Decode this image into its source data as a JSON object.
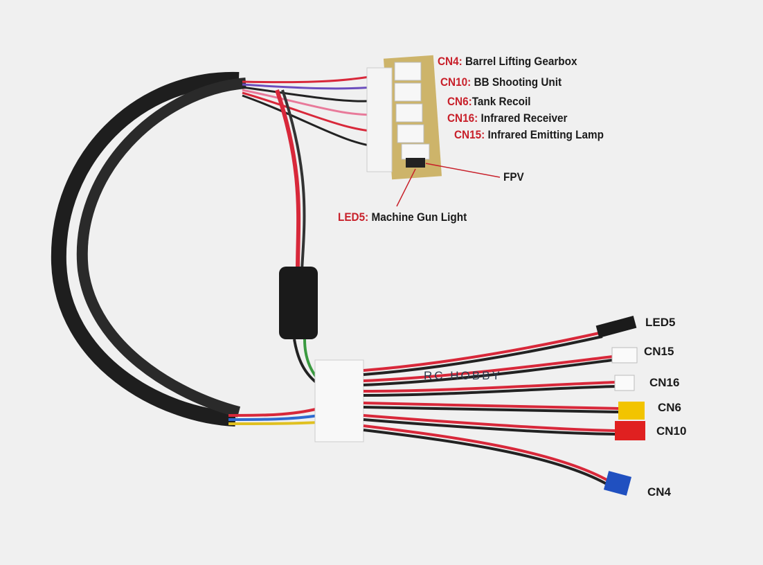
{
  "pcb_labels": [
    {
      "code": "CN4:",
      "desc": "Barrel Lifting Gearbox"
    },
    {
      "code": "CN10:",
      "desc": "BB Shooting Unit"
    },
    {
      "code": "CN6:",
      "desc": "Tank Recoil"
    },
    {
      "code": "CN16:",
      "desc": "Infrared Receiver"
    },
    {
      "code": "CN15:",
      "desc": "Infrared Emitting Lamp"
    }
  ],
  "fpv_label": "FPV",
  "led_label": {
    "code": "LED5:",
    "desc": "Machine Gun Light"
  },
  "connector_labels": [
    "LED5",
    "CN15",
    "CN16",
    "CN6",
    "CN10",
    "CN4"
  ],
  "watermark": "RC HOBBY",
  "colors": {
    "code_red": "#c8202a",
    "wire_red": "#d8283a",
    "wire_black": "#1b1b1b",
    "connector_yellow": "#f2c400",
    "connector_red": "#e02020",
    "connector_blue": "#2050c0",
    "pcb": "#cdb46a"
  }
}
